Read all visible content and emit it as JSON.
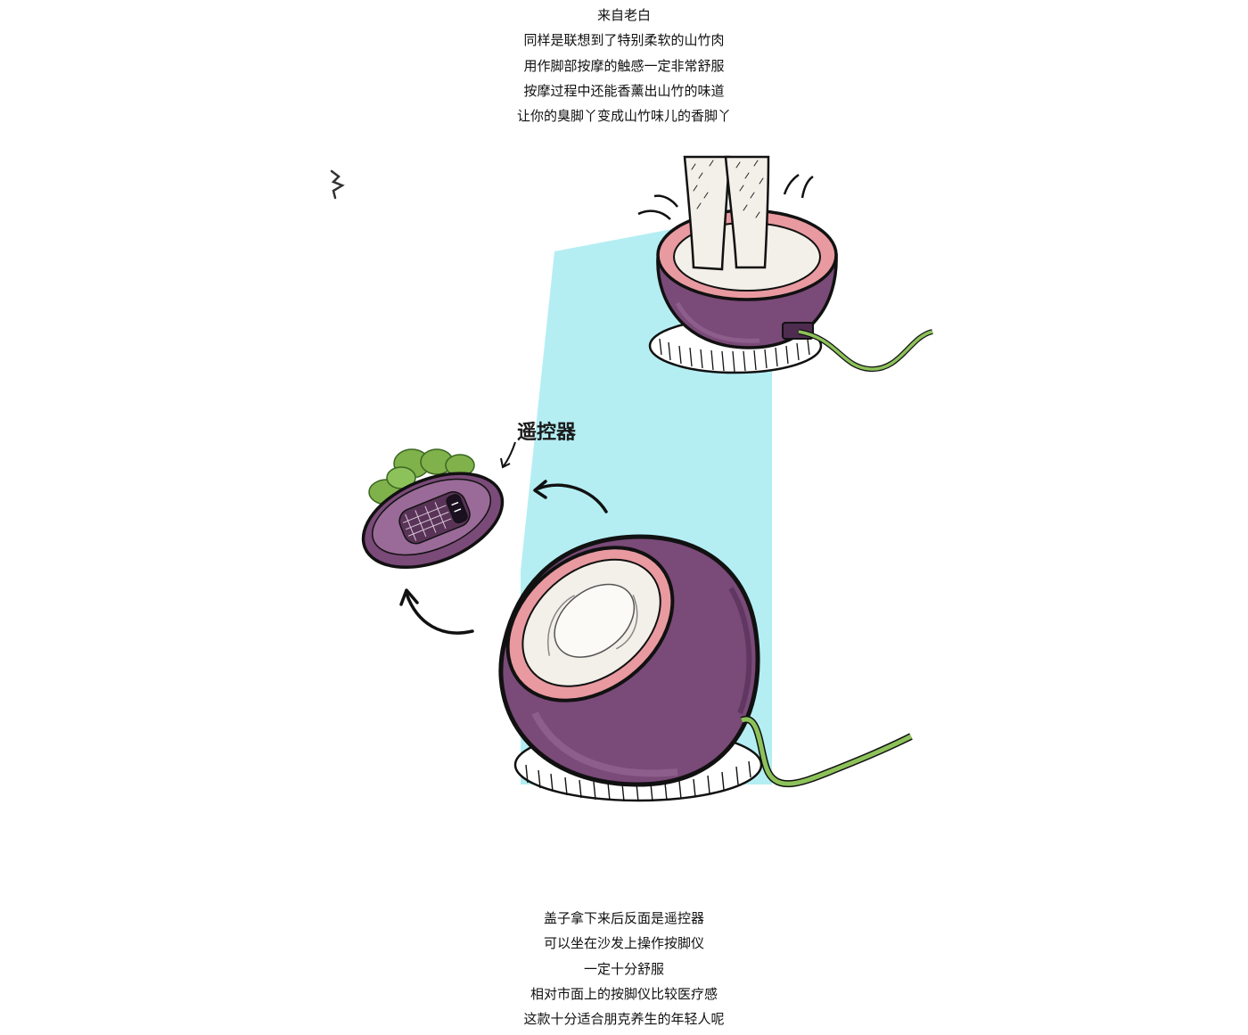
{
  "top_caption": {
    "lines": [
      "来自老白",
      "同样是联想到了特别柔软的山竹肉",
      "用作脚部按摩的触感一定非常舒服",
      "按摩过程中还能香薰出山竹的味道",
      "让你的臭脚丫变成山竹味儿的香脚丫"
    ]
  },
  "illustration": {
    "remote_label": "遥控器",
    "colors": {
      "backdrop": "#b4eef3",
      "shell_purple": "#7a4a78",
      "shell_dark": "#4e2c50",
      "rim_pink": "#e89aa0",
      "flesh": "#f3efe9",
      "calyx_green": "#7fb24a",
      "cord_green": "#8dc25a",
      "outline": "#111111"
    },
    "icons": [
      "mangosteen-massager-in-use-icon",
      "remote-lid-icon",
      "mangosteen-massager-open-icon",
      "curved-arrow-icon"
    ]
  },
  "bottom_caption": {
    "lines": [
      "盖子拿下来后反面是遥控器",
      "可以坐在沙发上操作按脚仪",
      "一定十分舒服",
      "相对市面上的按脚仪比较医疗感",
      "这款十分适合朋克养生的年轻人呢"
    ]
  }
}
